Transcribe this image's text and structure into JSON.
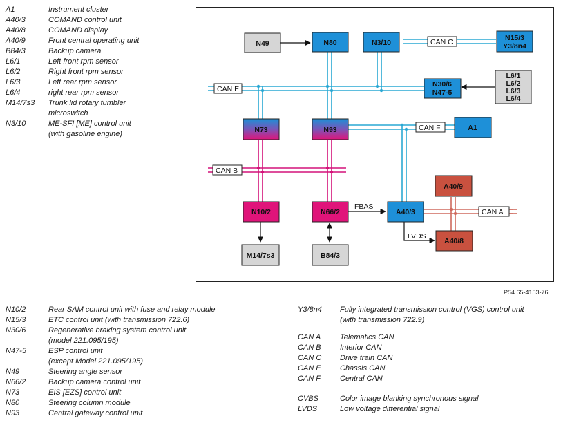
{
  "legend_top": [
    {
      "code": "A1",
      "desc": "Instrument cluster"
    },
    {
      "code": "A40/3",
      "desc": "COMAND control unit"
    },
    {
      "code": "A40/8",
      "desc": "COMAND display"
    },
    {
      "code": "A40/9",
      "desc": "Front central operating unit"
    },
    {
      "code": "B84/3",
      "desc": "Backup camera"
    },
    {
      "code": "L6/1",
      "desc": "Left front rpm sensor"
    },
    {
      "code": "L6/2",
      "desc": "Right front rpm sensor"
    },
    {
      "code": "L6/3",
      "desc": "Left rear rpm sensor"
    },
    {
      "code": "L6/4",
      "desc": "right rear rpm sensor"
    },
    {
      "code": "M14/7s3",
      "desc": "Trunk lid rotary tumbler",
      "desc2": "microswitch"
    },
    {
      "code": "N3/10",
      "desc": "ME-SFI [ME] control unit",
      "desc2": "(with gasoline engine)"
    }
  ],
  "legend_bottom_left": [
    {
      "code": "N10/2",
      "desc": "Rear SAM control unit with fuse and relay module"
    },
    {
      "code": "N15/3",
      "desc": "ETC control unit (with transmission 722.6)"
    },
    {
      "code": "N30/6",
      "desc": "Regenerative braking system control unit",
      "desc2": "(model 221.095/195)"
    },
    {
      "code": "N47-5",
      "desc": "ESP control unit",
      "desc2": "(except Model 221.095/195)"
    },
    {
      "code": "N49",
      "desc": "Steering angle sensor"
    },
    {
      "code": "N66/2",
      "desc": "Backup camera control unit"
    },
    {
      "code": "N73",
      "desc": "EIS [EZS] control unit"
    },
    {
      "code": "N80",
      "desc": "Steering column module"
    },
    {
      "code": "N93",
      "desc": "Central gateway control unit"
    }
  ],
  "legend_bottom_right": {
    "group1": [
      {
        "code": "Y3/8n4",
        "desc": "Fully integrated transmission control (VGS) control unit",
        "desc2": "(with transmission 722.9)"
      }
    ],
    "group2": [
      {
        "code": "CAN A",
        "desc": "Telematics CAN"
      },
      {
        "code": "CAN B",
        "desc": "Interior CAN"
      },
      {
        "code": "CAN C",
        "desc": "Drive train CAN"
      },
      {
        "code": "CAN E",
        "desc": "Chassis CAN"
      },
      {
        "code": "CAN F",
        "desc": "Central CAN"
      }
    ],
    "group3": [
      {
        "code": "CVBS",
        "desc": "Color image blanking synchronous signal"
      },
      {
        "code": "LVDS",
        "desc": "Low voltage differential signal"
      }
    ]
  },
  "figure_ref": "P54.65-4153-76",
  "diagram": {
    "nodes": {
      "N49": "N49",
      "N80": "N80",
      "N3_10": "N3/10",
      "N15_3": "N15/3",
      "Y3_8n4": "Y3/8n4",
      "N30_6": "N30/6",
      "N47_5": "N47-5",
      "L6_1": "L6/1",
      "L6_2": "L6/2",
      "L6_3": "L6/3",
      "L6_4": "L6/4",
      "N73": "N73",
      "N93": "N93",
      "A1": "A1",
      "N10_2": "N10/2",
      "N66_2": "N66/2",
      "A40_3": "A40/3",
      "A40_9": "A40/9",
      "A40_8": "A40/8",
      "M14_7s3": "M14/7s3",
      "B84_3": "B84/3"
    },
    "bus_tags": {
      "can_a": "CAN A",
      "can_b": "CAN B",
      "can_c": "CAN C",
      "can_e": "CAN E",
      "can_f": "CAN F"
    },
    "signals": {
      "fbas": "FBAS",
      "lvds": "LVDS"
    },
    "colors": {
      "blue_box": "#1e90d8",
      "grey_box": "#d6d6d6",
      "magenta_box": "#e0147a",
      "red_box": "#c9513f",
      "blue_line": "#2aa8d4",
      "magenta_line": "#d4127a",
      "red_line": "#cf6a5e"
    }
  }
}
